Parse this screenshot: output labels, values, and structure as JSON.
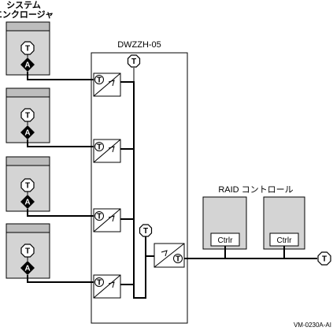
{
  "labels": {
    "enclosure_line1": "システム",
    "enclosure_line2": "エンクロージャ",
    "hub": "DWZZH-05",
    "raid": "RAID コントロール",
    "figure_id": "VM-0230A-AI"
  },
  "symbols": {
    "terminator": "T",
    "adapter": "A",
    "controller": "Ctrlr"
  },
  "colors": {
    "box_fill": "#d4d4d4",
    "box_header": "#bdbdbd",
    "line": "#000000",
    "background": "#ffffff",
    "adapter_fill": "#000000"
  },
  "icons": [
    "terminator-icon",
    "adapter-icon",
    "converter-icon"
  ]
}
